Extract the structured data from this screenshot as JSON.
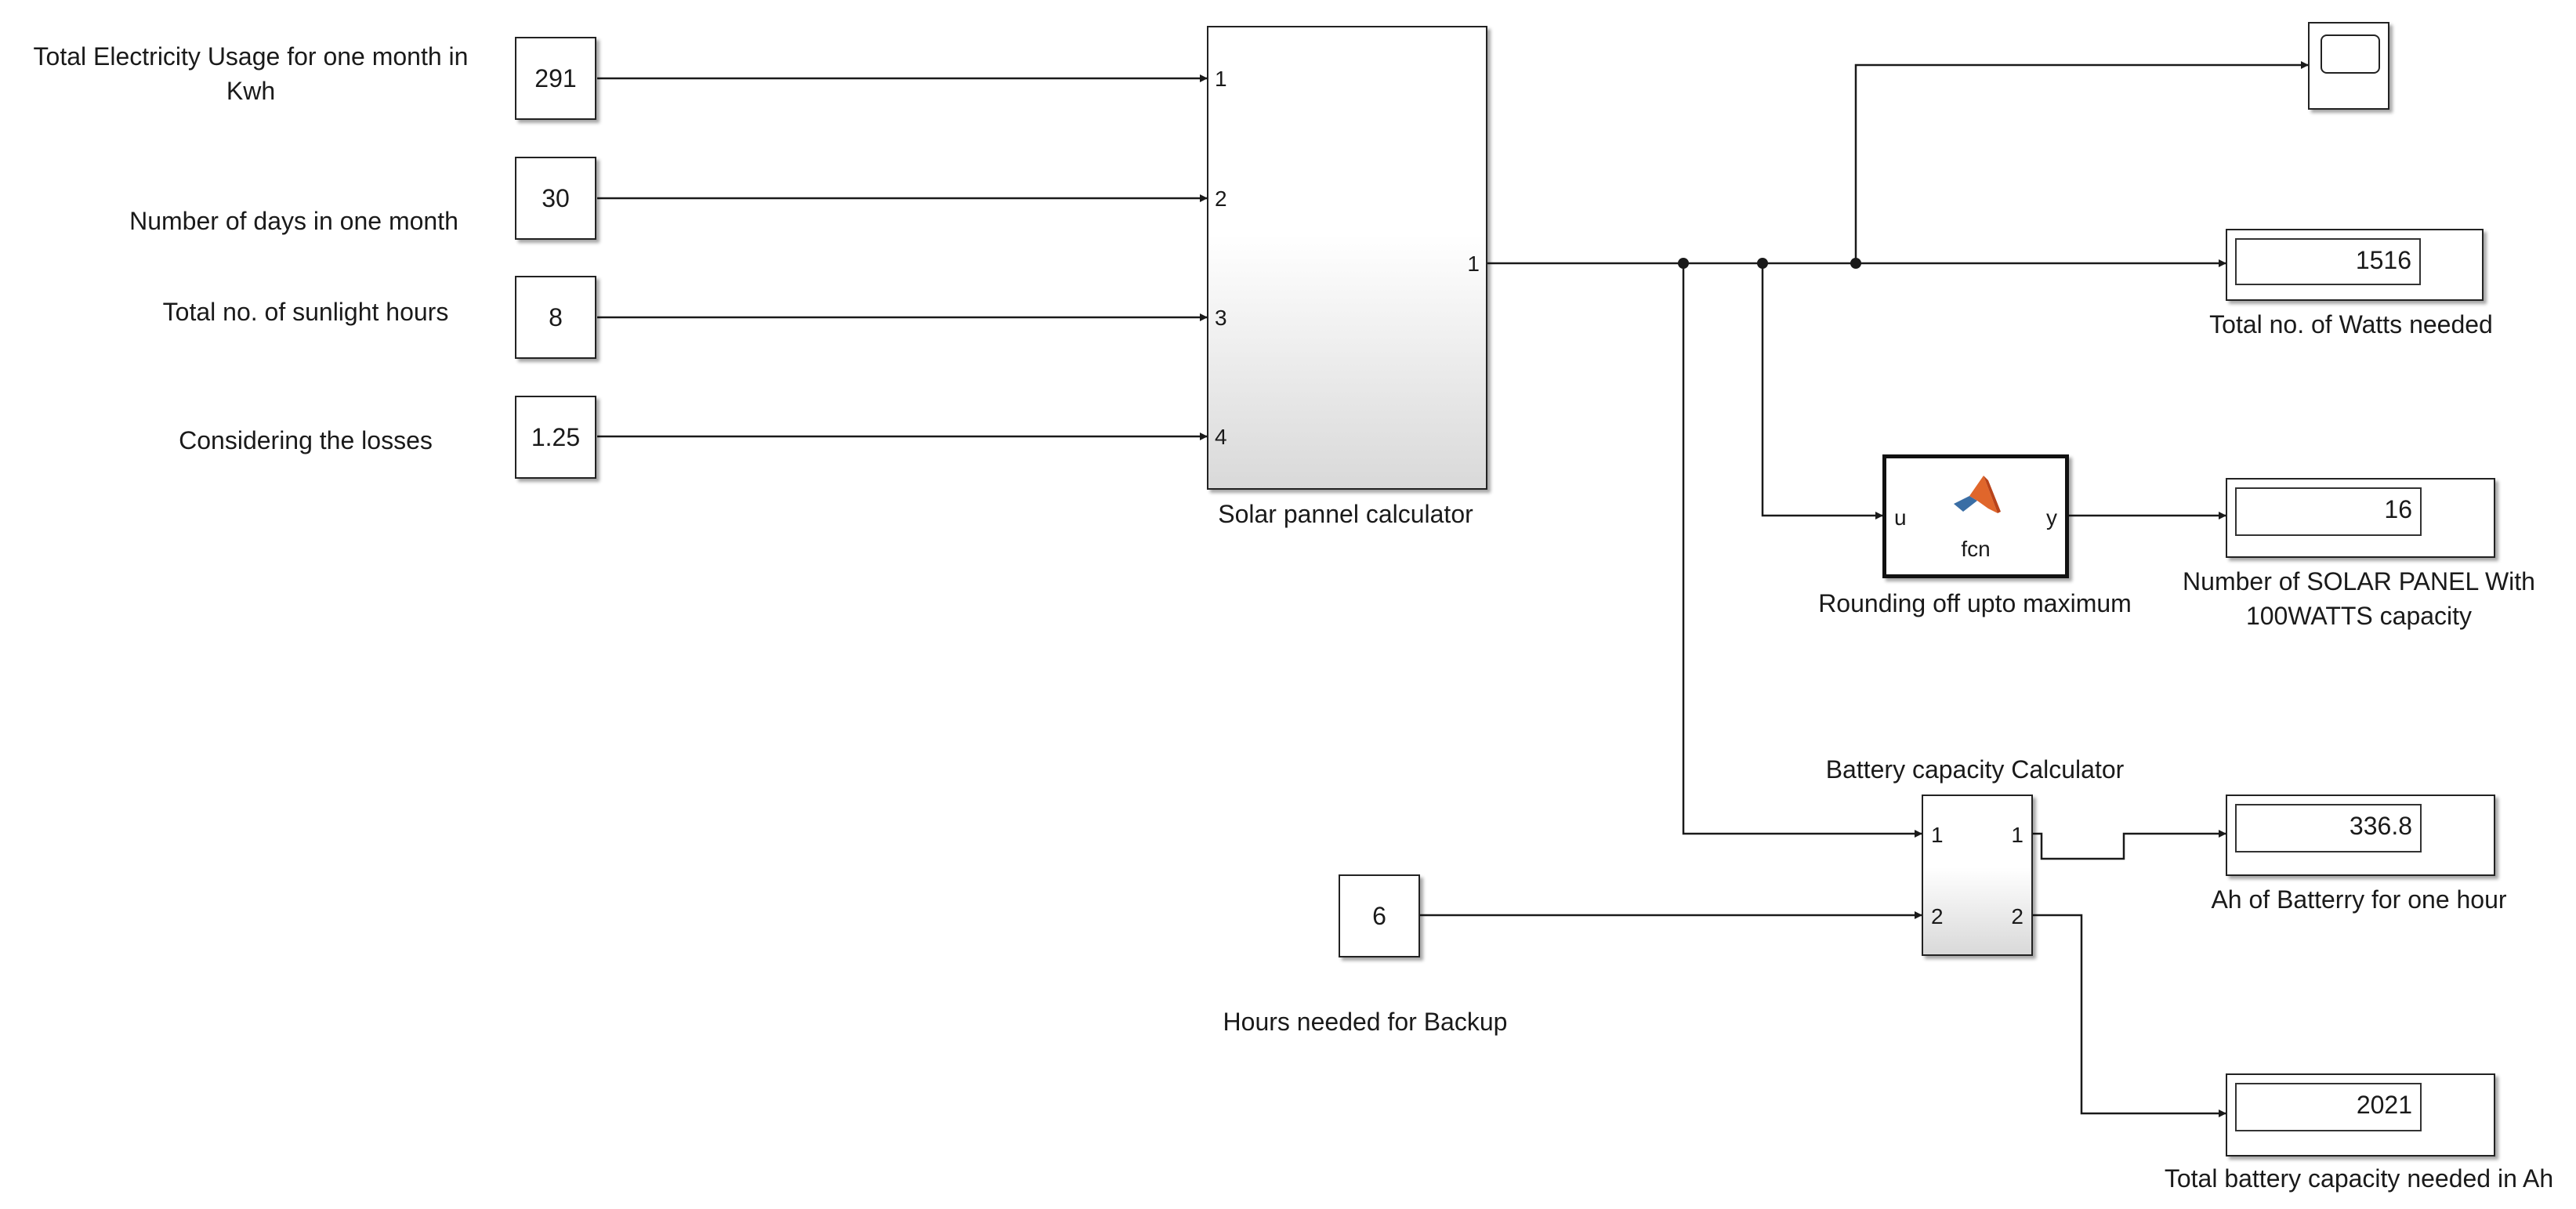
{
  "inputs": [
    {
      "label_line1": "Total Electricity Usage for one month in",
      "label_line2": "Kwh",
      "value": "291"
    },
    {
      "label": "Number of days in one month",
      "value": "30"
    },
    {
      "label": "Total no. of sunlight hours",
      "value": "8"
    },
    {
      "label": "Considering the losses",
      "value": "1.25"
    }
  ],
  "solar_calc": {
    "name": "Solar pannel calculator",
    "in_ports": [
      "1",
      "2",
      "3",
      "4"
    ],
    "out_port": "1"
  },
  "fcn_block": {
    "name": "Rounding off upto maximum",
    "fn_label": "fcn",
    "in_port": "u",
    "out_port": "y",
    "icon": "matlab-logo-icon"
  },
  "displays": {
    "watts": {
      "value": "1516",
      "label": "Total no. of Watts needed"
    },
    "panels": {
      "value": "16",
      "label_line1": "Number of SOLAR PANEL With",
      "label_line2": "100WATTS  capacity"
    },
    "ah_hour": {
      "value": "336.8",
      "label": "Ah of Batterry for one hour"
    },
    "total_ah": {
      "value": "2021",
      "label": "Total battery capacity needed in Ah"
    }
  },
  "backup": {
    "value": "6",
    "label": "Hours needed for Backup"
  },
  "battery_calc": {
    "name": "Battery capacity Calculator",
    "in_ports": [
      "1",
      "2"
    ],
    "out_ports": [
      "1",
      "2"
    ]
  },
  "scope": {
    "icon": "scope-icon"
  },
  "colors": {
    "line": "#1a1a1a",
    "block_border": "#222222",
    "fcn_border": "#111111"
  }
}
